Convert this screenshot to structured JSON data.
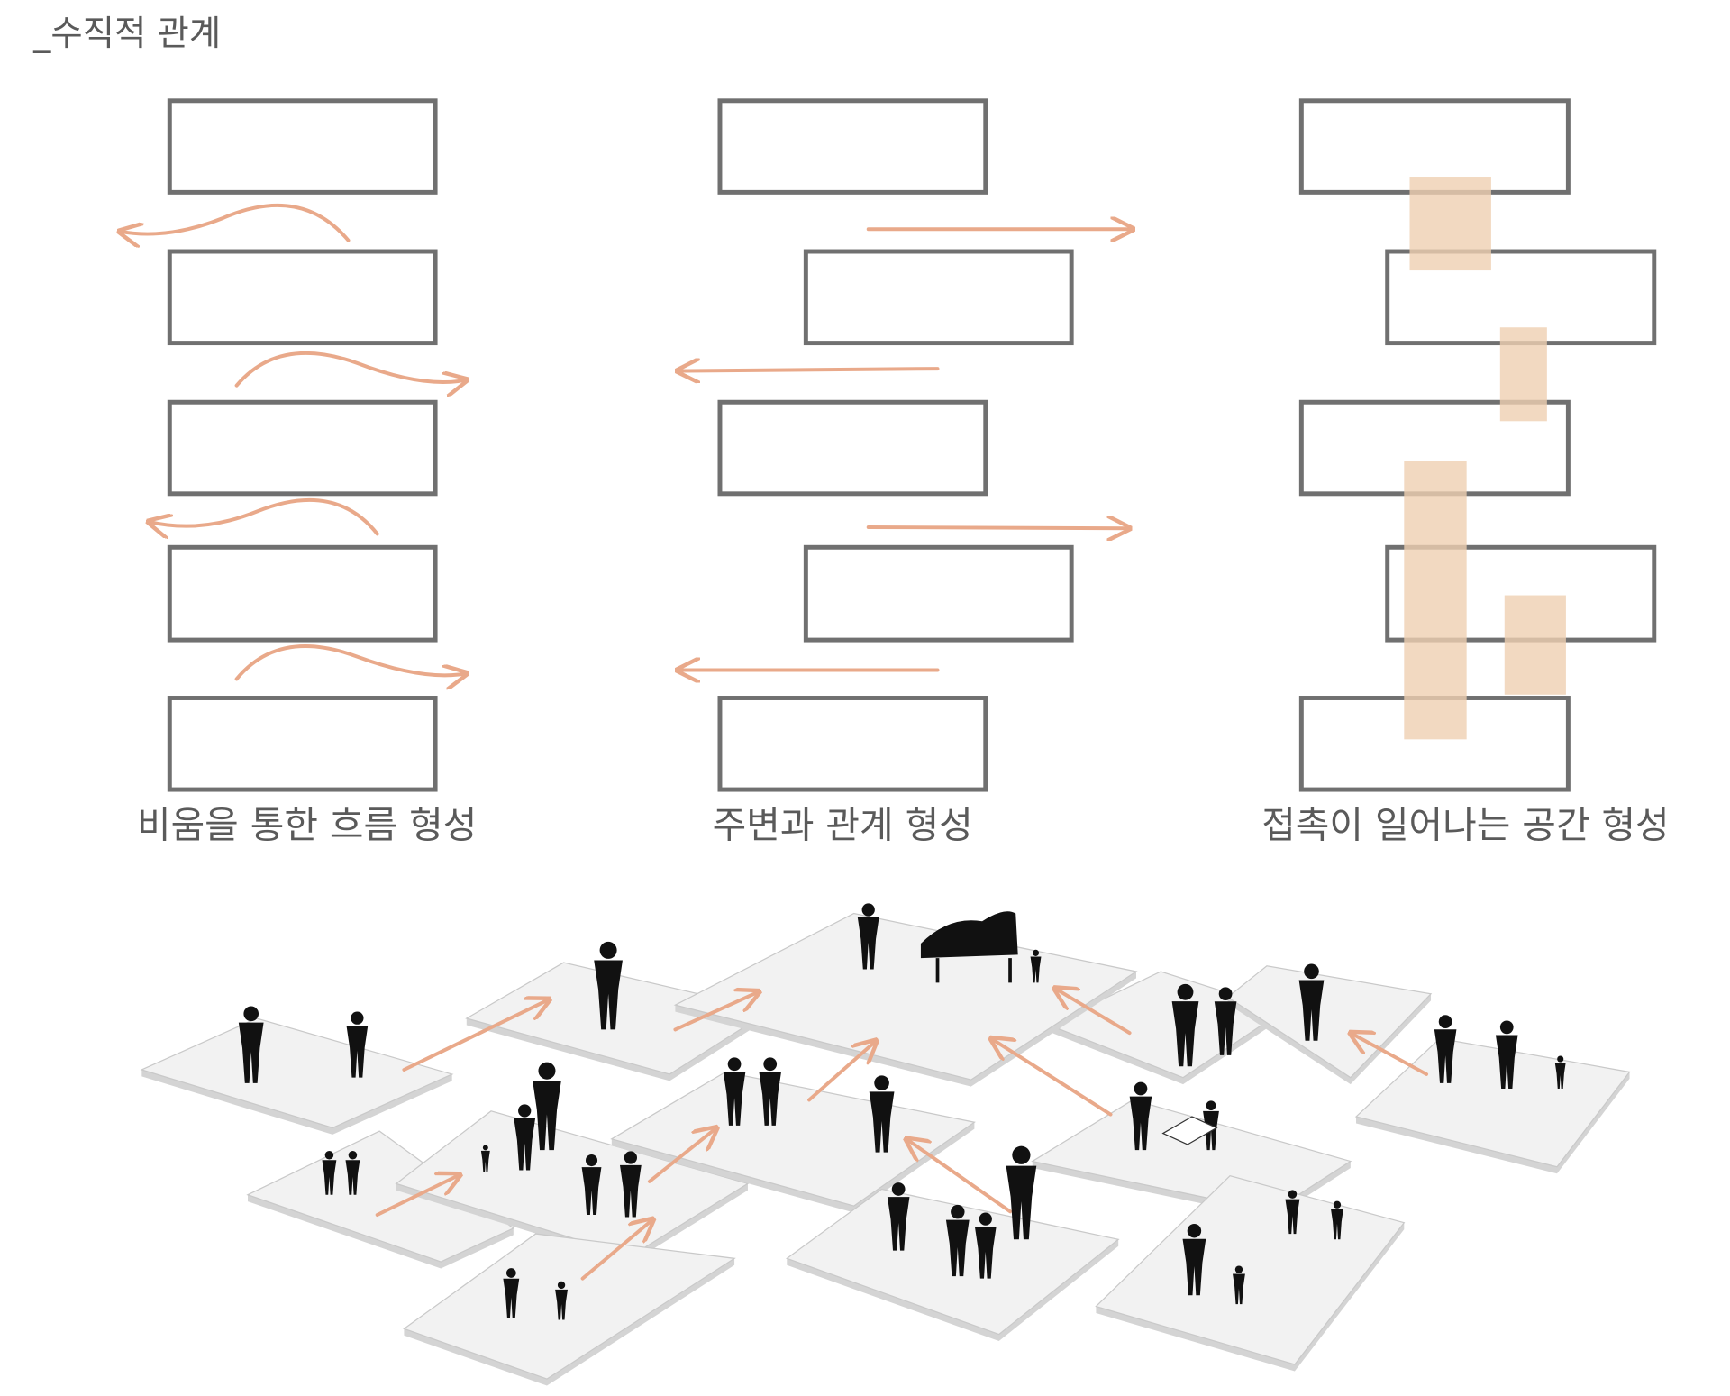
{
  "title": "_수직적 관계",
  "diagrams": [
    {
      "caption": "비움을 통한 흐름 형성"
    },
    {
      "caption": "주변과 관계 형성"
    },
    {
      "caption": "접촉이 일어나는 공간 형성"
    }
  ],
  "colors": {
    "frame": "#707070",
    "accent": "#e9a98a",
    "overlap": "#efcfb1",
    "platform": "#f2f2f2"
  }
}
